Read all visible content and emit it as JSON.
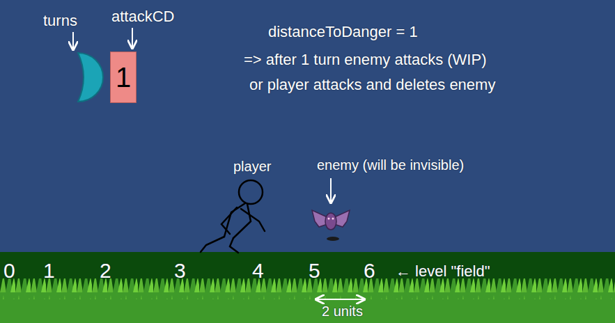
{
  "diagram": {
    "nodes": [
      {
        "text": [
          "1"
        ]
      }
    ],
    "labels": [
      "turns",
      "attackCD",
      "distanceToDanger = 1",
      "=> after 1 turn enemy attacks (WIP)",
      "or player attacks and deletes enemy",
      "player",
      "enemy (will be invisible)",
      "0",
      "1",
      "2",
      "3",
      "4",
      "5",
      "6",
      "← level \"field\"",
      "2 units"
    ]
  }
}
